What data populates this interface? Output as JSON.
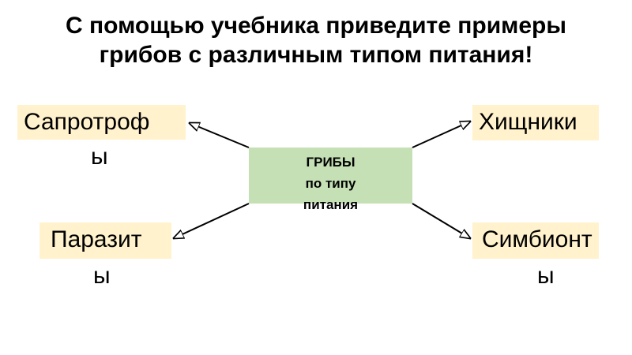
{
  "title": "С помощью учебника приведите примеры грибов с различным типом питания!",
  "center": {
    "line1": "ГРИБЫ",
    "line2": "по типу",
    "line3": "питания"
  },
  "nodes": {
    "saprotrophs": {
      "label": "Сапротроф",
      "suffix": "ы"
    },
    "predators": {
      "label": "Хищники"
    },
    "parasites": {
      "label": "Паразит",
      "suffix": "ы"
    },
    "symbionts": {
      "label": "Симбионт",
      "suffix": "ы"
    }
  },
  "colors": {
    "node_fill": "#fff2cc",
    "center_fill": "#c5e0b4"
  }
}
